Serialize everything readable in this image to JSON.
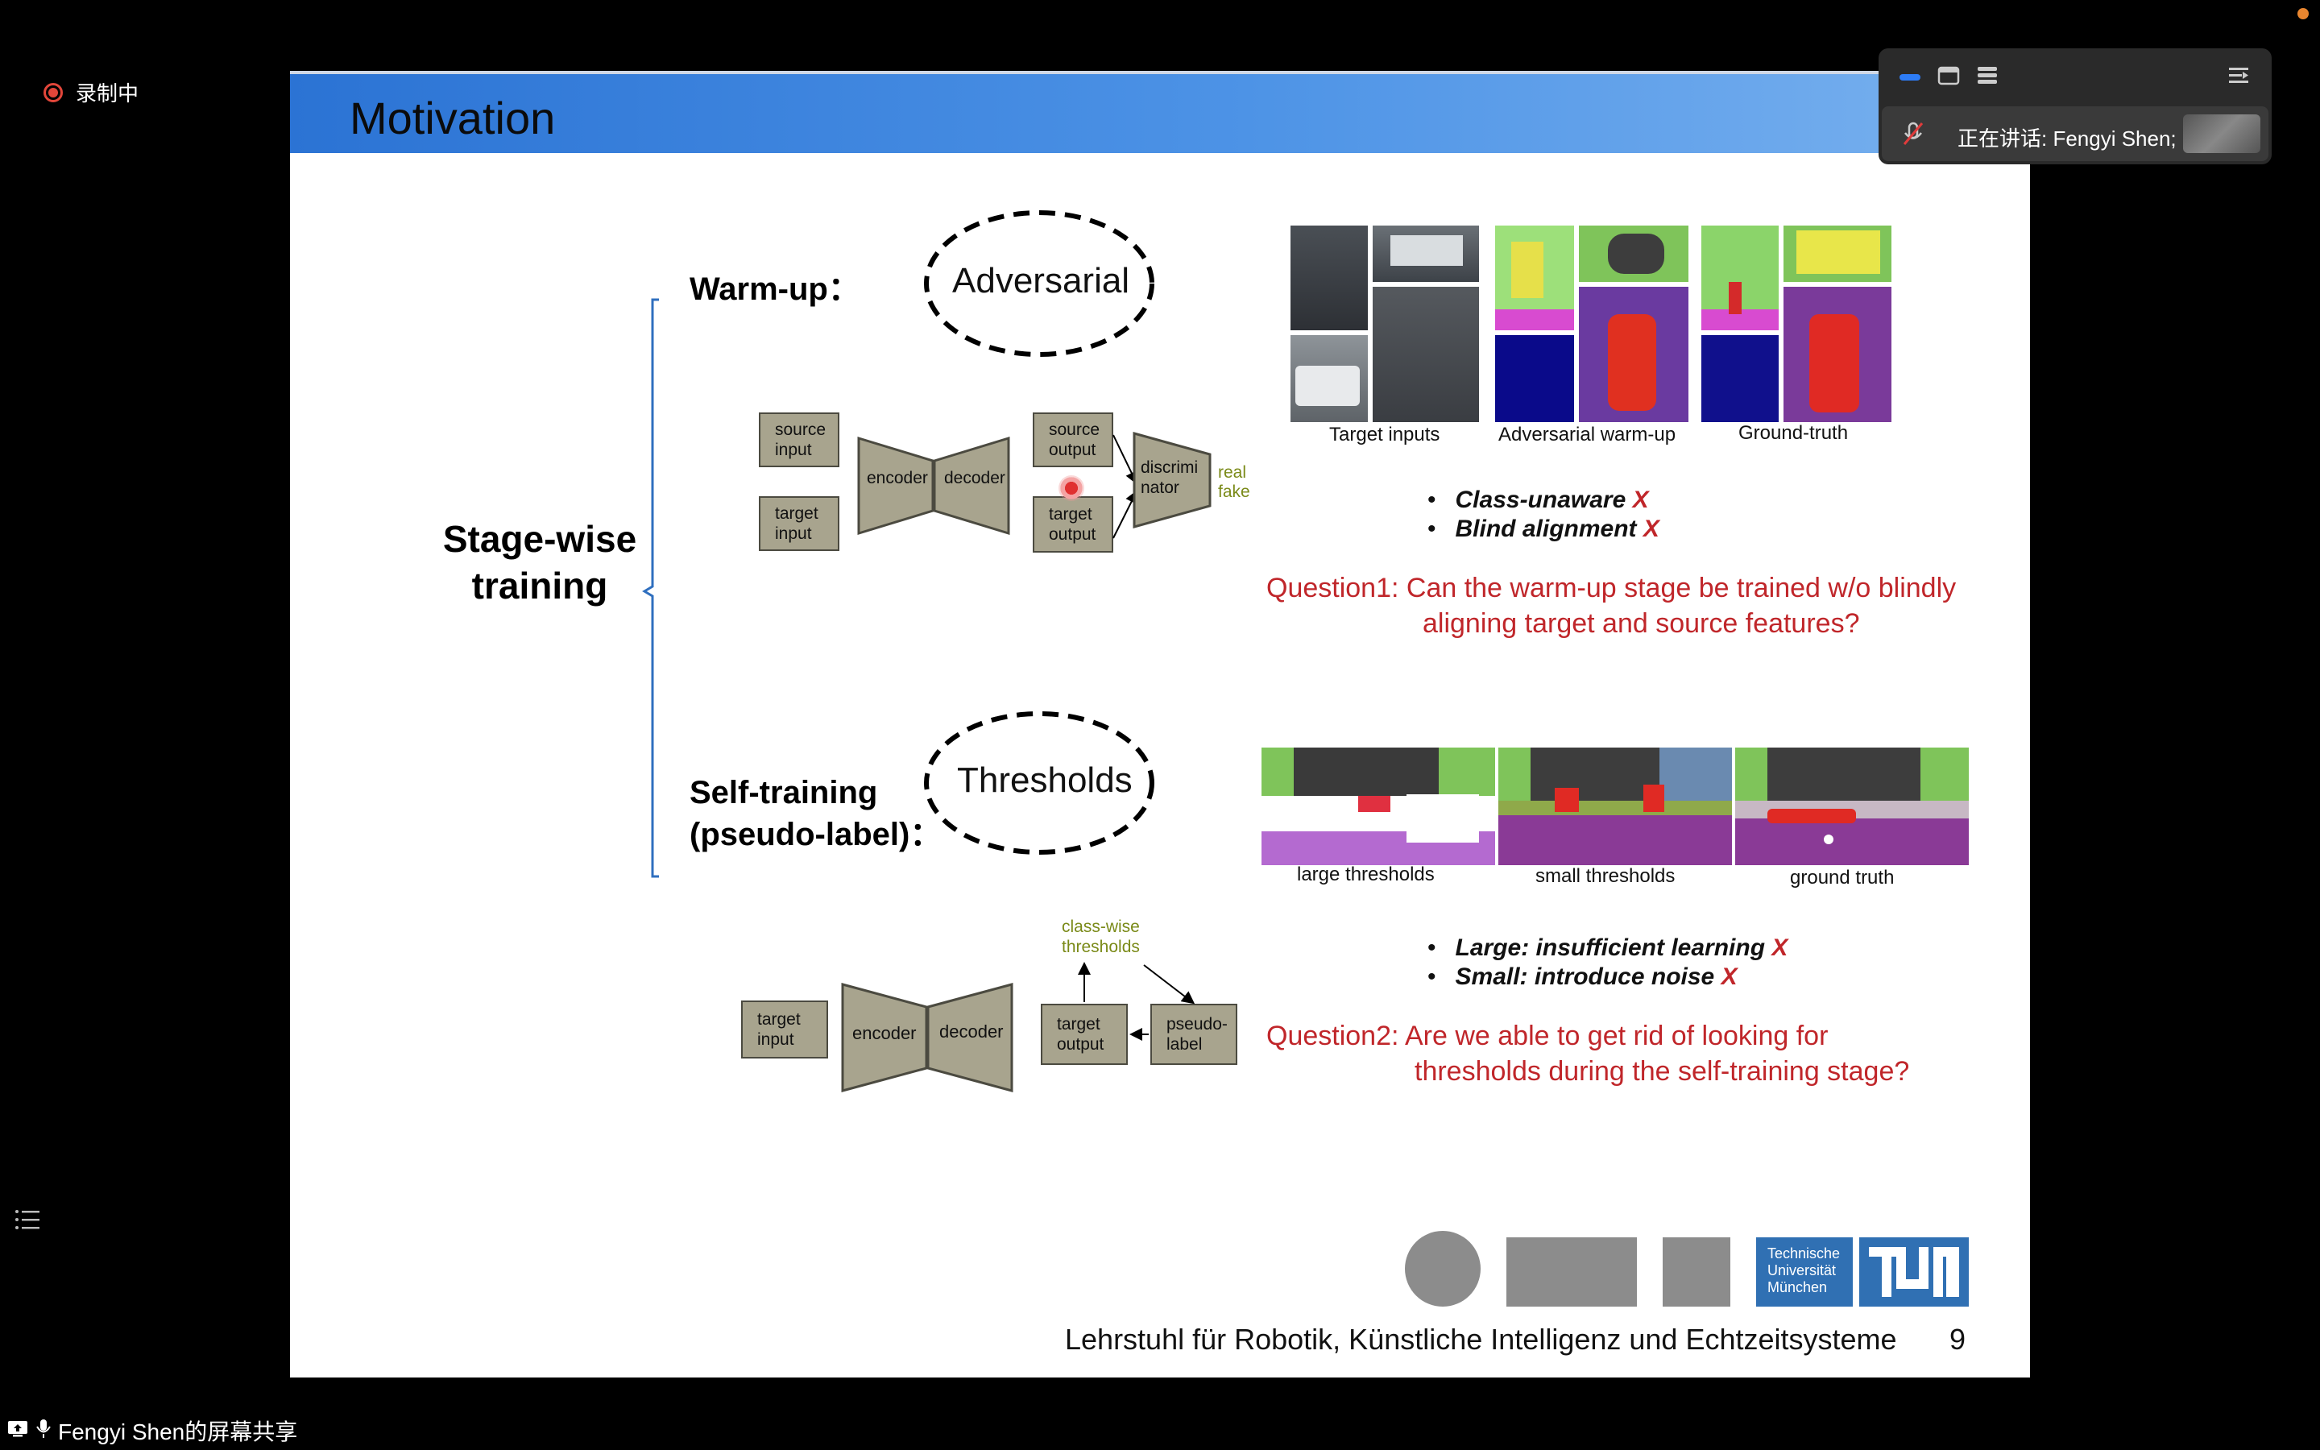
{
  "recording": {
    "label": "录制中"
  },
  "meeting_panel": {
    "speaker_text": "正在讲话: Fengyi Shen;"
  },
  "bottom_bar": {
    "share_label": "Fengyi Shen的屏幕共享"
  },
  "slide": {
    "title": "Motivation",
    "stage_label_line1": "Stage-wise",
    "stage_label_line2": "training",
    "warmup": {
      "heading": "Warm-up：",
      "oval": "Adversarial",
      "boxes": {
        "source_input": [
          "source",
          "input"
        ],
        "target_input": [
          "target",
          "input"
        ],
        "encoder": "encoder",
        "decoder": "decoder",
        "source_output": [
          "source",
          "output"
        ],
        "target_output": [
          "target",
          "output"
        ],
        "discriminator": [
          "discrimi",
          "nator"
        ]
      },
      "real": "real",
      "fake": "fake",
      "captions": [
        "Target inputs",
        "Adversarial warm-up",
        "Ground-truth"
      ],
      "bullet1": "Class-unaware",
      "bullet2": "Blind alignment",
      "x_mark": "X",
      "question_line1": "Question1: Can the warm-up stage be trained w/o blindly",
      "question_line2": "aligning target and source features?"
    },
    "selftraining": {
      "heading_line1": "Self-training",
      "heading_line2": "(pseudo-label)：",
      "oval": "Thresholds",
      "boxes": {
        "target_input": [
          "target",
          "input"
        ],
        "encoder": "encoder",
        "decoder": "decoder",
        "target_output": [
          "target",
          "output"
        ],
        "pseudo_label": [
          "pseudo-",
          "label"
        ]
      },
      "classwise_line1": "class-wise",
      "classwise_line2": "thresholds",
      "captions": [
        "large thresholds",
        "small thresholds",
        "ground truth"
      ],
      "bullet1": "Large: insufficient learning",
      "bullet2": "Small: introduce noise",
      "x_mark": "X",
      "question_line1": "Question2: Are we able to get rid of looking for",
      "question_line2": "thresholds during the self-training stage?"
    },
    "footer": {
      "chair": "Lehrstuhl für Robotik, Künstliche Intelligenz und Echtzeitsysteme",
      "page": "9",
      "tu_line1": "Technische",
      "tu_line2": "Universität",
      "tu_line3": "München",
      "tum_logo": "TUM"
    }
  },
  "colors": {
    "header_blue": "#3b82dc",
    "question_red": "#c0262a",
    "box_fill": "#a8a48e",
    "olive": "#7a8a18",
    "tum_blue": "#3070b3"
  }
}
